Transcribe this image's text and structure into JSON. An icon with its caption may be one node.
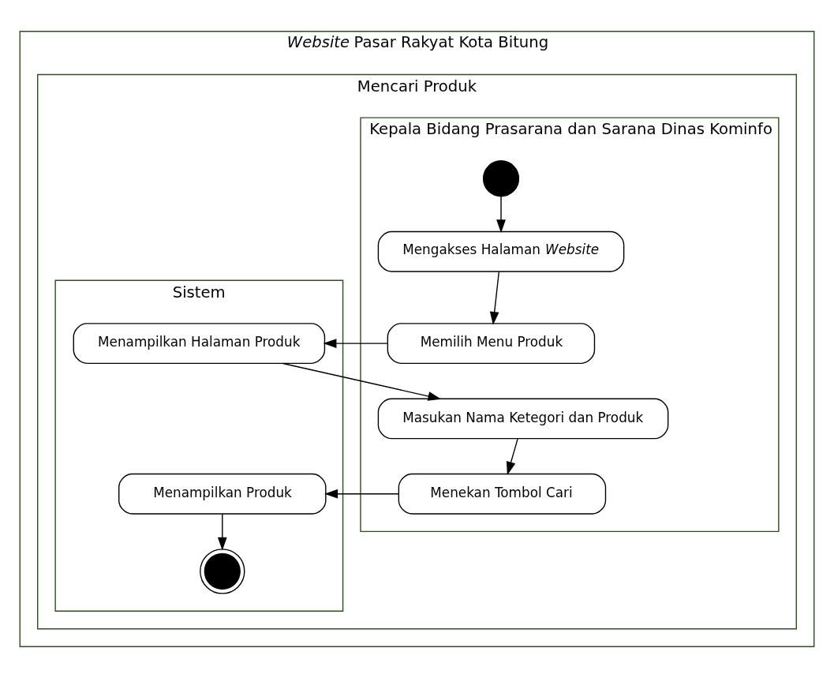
{
  "diagram": {
    "nodes": [
      {
        "text": [
          "*Website* Pasar Rakyat Kota Bitung"
        ]
      },
      {
        "text": [
          "Mencari Produk"
        ],
        "in": 0
      },
      {
        "text": [
          "Kepala Bidang Prasarana dan Sarana Dinas Kominfo"
        ],
        "in": 1
      },
      {
        "text": [
          "Sistem"
        ],
        "in": 1
      },
      {
        "text": [],
        "shape": "circle",
        "in": 2
      },
      {
        "text": [
          "Mengakses Halaman *Website*"
        ],
        "in": 2
      },
      {
        "text": [
          "Memilih Menu Produk"
        ],
        "in": 2
      },
      {
        "text": [
          "Menampilkan Halaman Produk"
        ],
        "in": 3
      },
      {
        "text": [
          "Masukan Nama Ketegori dan Produk"
        ],
        "in": 2
      },
      {
        "text": [
          "Menekan Tombol Cari"
        ],
        "in": 2
      },
      {
        "text": [
          "Menampilkan Produk"
        ],
        "in": 3
      },
      {
        "text": [],
        "shape": "circle",
        "in": 3
      }
    ],
    "edges": [
      {
        "from": 4,
        "to": 5,
        "arrow": "to"
      },
      {
        "from": 5,
        "to": 6,
        "arrow": "to"
      },
      {
        "from": 6,
        "to": 7,
        "arrow": "to"
      },
      {
        "from": 7,
        "to": 8,
        "arrow": "to"
      },
      {
        "from": 8,
        "to": 9,
        "arrow": "to"
      },
      {
        "from": 9,
        "to": 10,
        "arrow": "to"
      },
      {
        "from": 10,
        "to": 11,
        "arrow": "to"
      }
    ]
  }
}
